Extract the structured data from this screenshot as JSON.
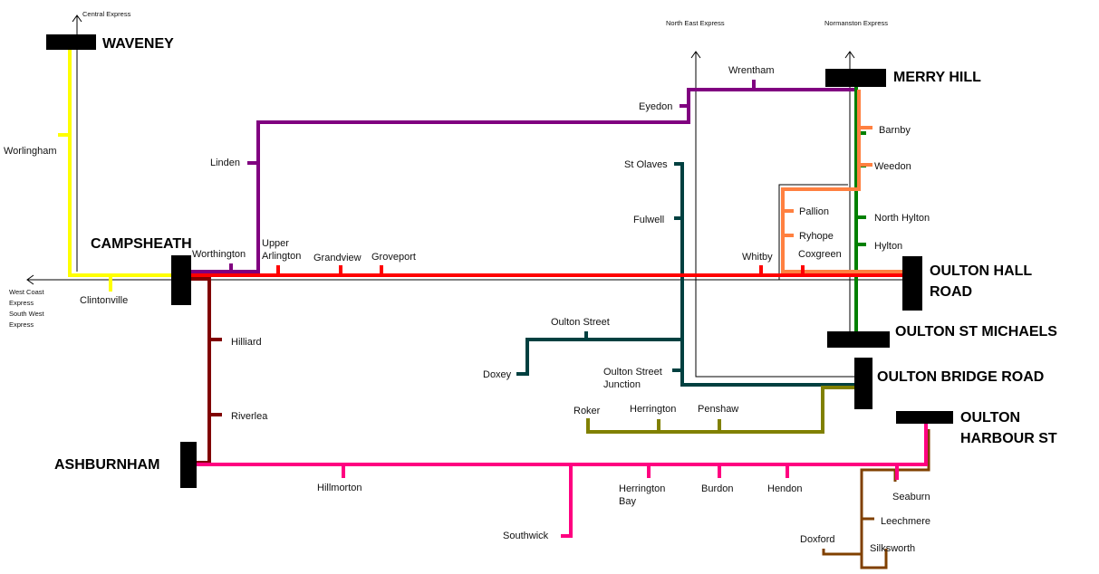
{
  "colors": {
    "yellow": "#ffff00",
    "purple": "#800080",
    "red": "#ff0000",
    "darkred": "#800000",
    "pink": "#ff0080",
    "teal": "#004040",
    "olive": "#808000",
    "orange": "#ff8040",
    "green": "#008000",
    "brown": "#804000",
    "black": "#000000",
    "thin": "#000000"
  },
  "stations": {
    "waveney": "WAVENEY",
    "campsheath": "CAMPSHEATH",
    "ashburnham": "ASHBURNHAM",
    "merry_hill": "MERRY HILL",
    "oulton_hall_road_1": "OULTON HALL",
    "oulton_hall_road_2": "ROAD",
    "oulton_st_michaels": "OULTON ST MICHAELS",
    "oulton_bridge_road": "OULTON BRIDGE ROAD",
    "oulton_harbour_st_1": "OULTON",
    "oulton_harbour_st_2": "HARBOUR ST"
  },
  "stops": {
    "worlingham": "Worlingham",
    "clintonville": "Clintonville",
    "linden": "Linden",
    "eyedon": "Eyedon",
    "wrentham": "Wrentham",
    "worthington": "Worthington",
    "upper_arlington_1": "Upper",
    "upper_arlington_2": "Arlington",
    "grandview": "Grandview",
    "groveport": "Groveport",
    "whitby": "Whitby",
    "coxgreen": "Coxgreen",
    "st_olaves": "St Olaves",
    "fulwell": "Fulwell",
    "oulton_street": "Oulton Street",
    "doxey": "Doxey",
    "oulton_street_junction_1": "Oulton Street",
    "oulton_street_junction_2": "Junction",
    "barnby": "Barnby",
    "weedon": "Weedon",
    "pallion": "Pallion",
    "ryhope": "Ryhope",
    "north_hylton": "North Hylton",
    "hylton": "Hylton",
    "hilliard": "Hilliard",
    "riverlea": "Riverlea",
    "roker": "Roker",
    "herrington": "Herrington",
    "penshaw": "Penshaw",
    "hillmorton": "Hillmorton",
    "southwick": "Southwick",
    "herrington_bay_1": "Herrington",
    "herrington_bay_2": "Bay",
    "burdon": "Burdon",
    "hendon": "Hendon",
    "seaburn": "Seaburn",
    "leechmere": "Leechmere",
    "doxford": "Doxford",
    "silksworth": "Silksworth"
  },
  "express": {
    "central": "Central Express",
    "north_east": "North East Express",
    "normanston": "Normanston Express",
    "west_coast_1": "West Coast",
    "west_coast_2": "Express",
    "south_west_1": "South West",
    "south_west_2": "Express"
  }
}
